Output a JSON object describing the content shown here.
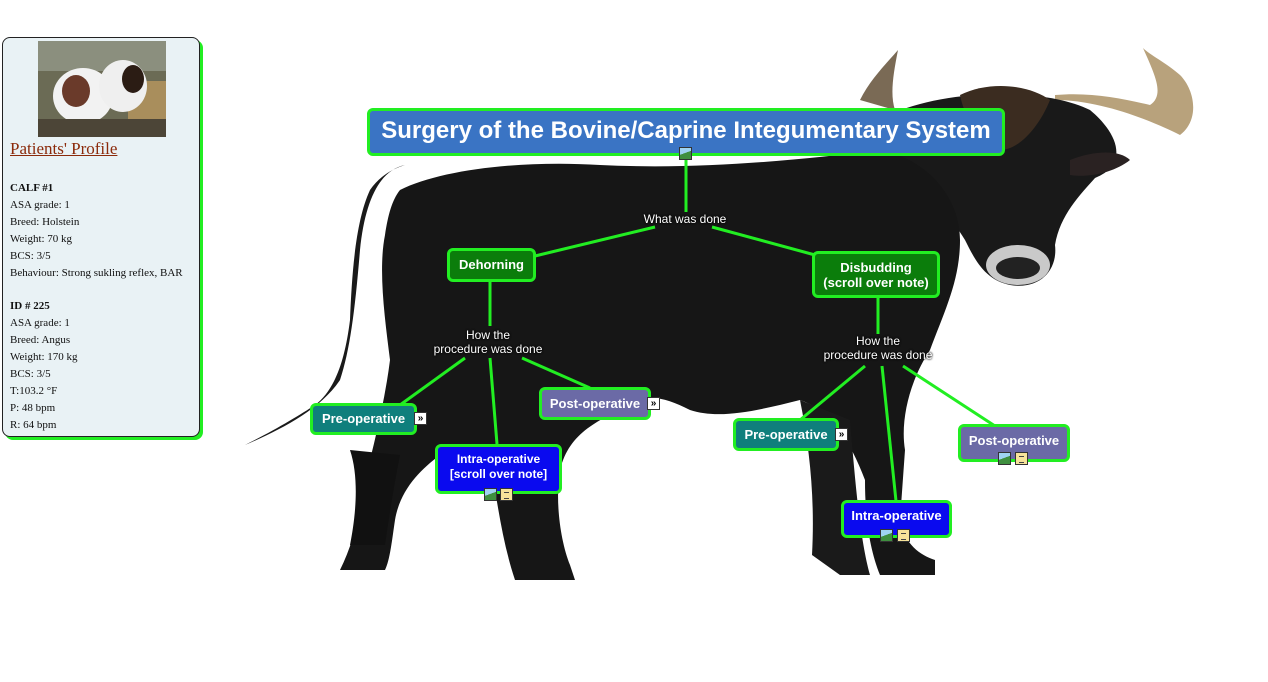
{
  "profile": {
    "title": "Patients' Profile",
    "calf": {
      "heading": "CALF #1",
      "lines": [
        "ASA grade: 1",
        "Breed: Holstein",
        "Weight: 70 kg",
        "BCS: 3/5",
        "Behaviour: Strong sukling reflex, BAR"
      ]
    },
    "id225": {
      "heading": "ID # 225",
      "lines": [
        "ASA grade: 1",
        "Breed: Angus",
        "Weight: 170 kg",
        "BCS: 3/5",
        "T:103.2  °F",
        "P: 48 bpm",
        "R: 64 bpm"
      ]
    }
  },
  "map": {
    "title": "Surgery of the Bovine/Caprine Integumentary System",
    "link_what": "What was done",
    "dehorning": {
      "label": "Dehorning",
      "link_how": "How the\nprocedure was done",
      "pre": "Pre-operative",
      "intra": "Intra-operative\n[scroll over note]",
      "post": "Post-operative"
    },
    "disbudding": {
      "label": "Disbudding\n(scroll over note)",
      "link_how": "How the\nprocedure was done",
      "pre": "Pre-operative",
      "intra": "Intra-operative",
      "post": "Post-operative"
    }
  },
  "colors": {
    "link_line": "#22ee22",
    "title_node": "#3a74c4",
    "topic_node": "#0b7d0b",
    "pre_node": "#0f7f7c",
    "intra_node": "#0a0aef",
    "post_node": "#6b6aa6"
  },
  "icons": [
    "image-icon",
    "note-icon",
    "expand-arrow-icon"
  ]
}
